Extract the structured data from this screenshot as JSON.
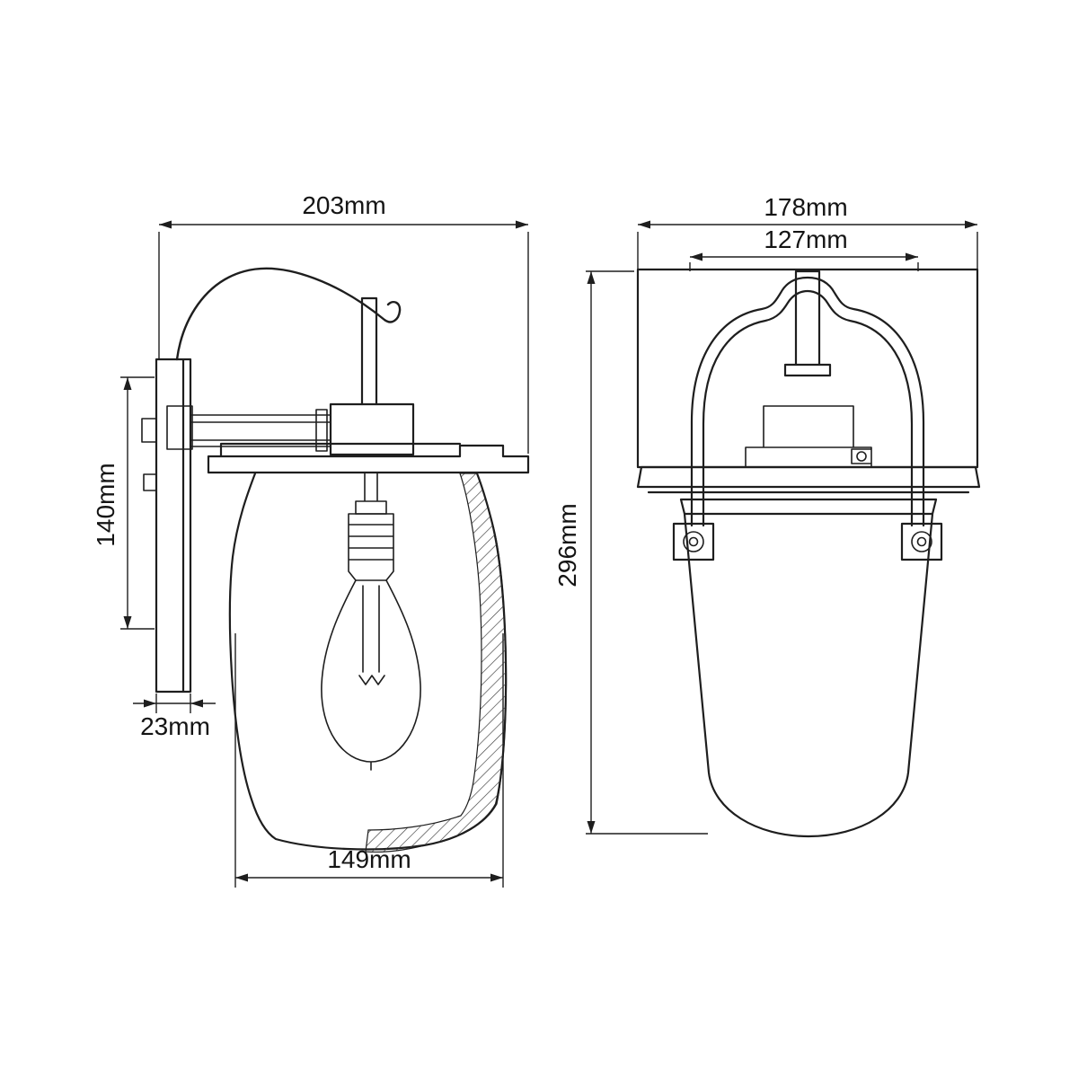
{
  "document": {
    "type": "technical-dimension-drawing",
    "subject": "wall lantern light fixture, side and front elevation",
    "background": "#ffffff",
    "line_color": "#1e1e1e",
    "text_color": "#141414"
  },
  "side_view": {
    "dimensions": {
      "overall_width": "203mm",
      "backplate_height": "140mm",
      "backplate_depth": "23mm",
      "shade_width": "149mm"
    }
  },
  "front_view": {
    "dimensions": {
      "overall_width": "178mm",
      "inner_width": "127mm",
      "overall_height": "296mm"
    }
  }
}
